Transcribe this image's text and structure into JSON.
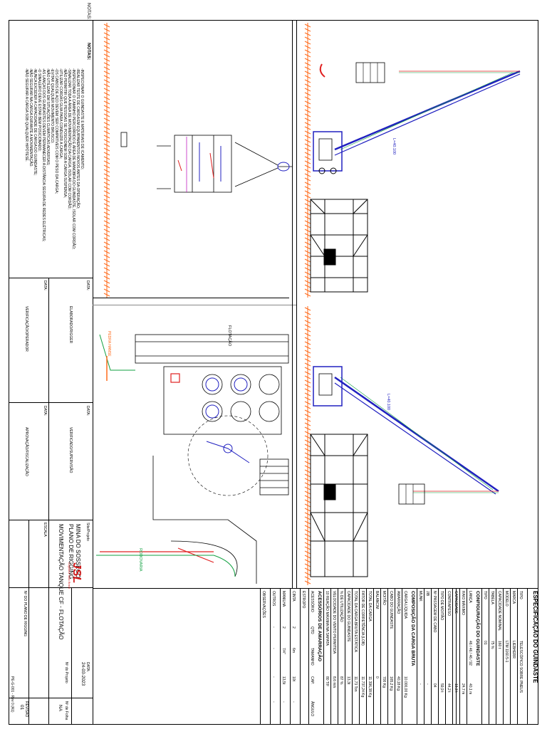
{
  "title_block": {
    "notes_label_top": "NOTAS:",
    "notes_label": "NOTAS:",
    "notes": [
      "-INSPECIONAR O GUINDASTE E MATERIAIS DE ICAMENTO;",
      "-REALIZAR TESTE DE CARGA EM EQUIPAMENTOS NOVOS ANTES DA OPERAÇÃO;",
      "-INSPECIONAR O CAMINHO PERCORRIDO E ÁREA DE MANOBRA DO GUINDASTE, ISOLAR COM CORDÃO;",
      "-SINALIZAR TODA A ÁREA DE MOVIMENTAÇÃO DA CARGA, ISOLAR COM CORDÃO;",
      "-NÃO PERMITIR QUE PESSOAS SE POSICIONEM SOB A CARGA SUSPENSA;",
      "-UTILIZAR CORDAS GUIA PARA CONDUZIR A CARGA;",
      "-OS CABOS DE AÇO DEVEM SER COMPATÍVEIS COM O PESO DA CARGA;",
      "-EVITAR QUALQUER MOVIMENTO BRUSCO;",
      "-NÃO UTILIZAR EM SITUAÇÕES CLIMÁTICAS ADVERSAS;",
      "-AS LANÇAS DOS GUINDASTES DEVEM PERMANECER A DISTÂNCIA SEGURA DE REDES ELÉTRICAS;",
      "-O SINALEIRO DEVE ESTAR BEM POSICIONADO;",
      "-NUNCA EXCEDER A CAPACIDADE DE CARGA DO GUINDASTE;",
      "-NÃO SEGURAR NA CARGA DURANTE A MOVIMENTAÇÃO.",
      "-NÃO SEGURAR A CARGA SOB QUALQUER HIPÓTESE."
    ],
    "elab_label": "ELABORADO/RIGGER",
    "date_label_1": "DATA:",
    "verif_label": "VERIFICAÇÃO/OPERADOR",
    "date_label_2": "DATA:",
    "super_label": "VERIFICADO/SUPERVISÃO",
    "date_label_3": "DATA:",
    "approv_label": "APROVAÇÃO/FISCALIZAÇÃO",
    "date_label_4": "DATA:",
    "site_label": "Site/Projeto",
    "site_value": "MINA DO SOSSEGO",
    "plan_value": "PLANO DE RIGGING",
    "desc_value": "MOVIMENTAÇÃO TANQUE CF - FLOTAÇÃO",
    "scale_label": "ESCALA",
    "plan_number_label": "Nº DO PLANO DE RIGGING",
    "date_label_5": "DATA:",
    "date_value": "24-03-2023",
    "project_label": "Nº do Projeto",
    "sheet_label": "Nº de Folha",
    "sheet_value": "NA",
    "revision_label": "REVISÃO",
    "revision_value": "01",
    "form_code": "PE-G-001 - Rev 0 (A1)",
    "logo_text": "JSL",
    "logo_sub": "Logística Todo Brasil"
  },
  "spec": {
    "title": "ESPECIFICAÇÃO DO GUINDASTE",
    "rows": [
      {
        "label": "TIPO",
        "value": "TELESCÓPICO SOBRE PNEUS"
      },
      {
        "label": "MARCA",
        "value": "LIEBHERR"
      },
      {
        "label": "MODELO",
        "value": "LTM 1160.5-1"
      },
      {
        "label": "CAPACIDADE NOMINAL",
        "value": "160 t"
      },
      {
        "label": "TABELA",
        "value": "75 %"
      },
      {
        "label": "TIPO",
        "value": "01"
      }
    ],
    "config_title": "CONFIGURAÇÃO DO GUINDASTE",
    "config_rows": [
      {
        "label": "LANÇA",
        "v1": "46 / 46 / 46 / 92",
        "v2": "40,1 m"
      },
      {
        "label": "RAIO MÁXIMO",
        "v1": "",
        "v2": "24,7 m"
      },
      {
        "label": "CAPACIDADE",
        "v1": "",
        "v2": "13,3 t"
      },
      {
        "label": "CONTRAPESO",
        "v1": "",
        "v2": "44,2 t"
      },
      {
        "label": "TIPO DE MOITÃO",
        "v1": "",
        "v2": "59,9 t"
      },
      {
        "label": "Nº PASSAGEM DE CABO",
        "v1": "",
        "v2": "04"
      },
      {
        "label": "JIB",
        "v1": "",
        "v2": "-"
      },
      {
        "label": "MUNK",
        "v1": "",
        "v2": "-"
      }
    ],
    "load_title": "COMPOSIÇÃO DA CARGA BRUTA",
    "load_rows": [
      {
        "label": "CARGA LÍQUIDA",
        "value": "10.000,00 Kg"
      },
      {
        "label": "AMARRAÇÃO",
        "value": "40,18 Kg"
      },
      {
        "label": "CABO DO GUINDASTE",
        "value": "165,2 Kg"
      },
      {
        "label": "MOITÃO",
        "value": "700 Kg"
      },
      {
        "label": "BALANCIM",
        "value": "0"
      },
      {
        "label": "TOTAL DA CARGA",
        "value": "11.396,38 Kg"
      },
      {
        "label": "FATOR DE CORRETÊNCIA (LOB)",
        "value": "11.737,24 Kg"
      },
      {
        "label": "TOTAL DA CARGA BRUTA ESTÁTICA",
        "value": "11,73 Ton"
      },
      {
        "label": "CAPACIDADE DO GUINDASTE",
        "value": "13,3t"
      },
      {
        "label": "% DE UTILIZAÇÃO",
        "value": "87 %"
      },
      {
        "label": "VELOCIDADE DO VENTO PERMITIDA",
        "value": "8,6 m/s"
      },
      {
        "label": "10 REAÇÃO MÁXIMA NA SAPATA",
        "value": "80 T/F"
      }
    ],
    "acc_title": "ACESSÓRIOS DE AMARRAÇÃO",
    "acc_headers": [
      "ACESSÓRIO",
      "QTD",
      "TAMANHO",
      "CAP.",
      "ÂNGULO"
    ],
    "acc_rows": [
      {
        "name": "ESTROPO",
        "qtd": "",
        "tam": "",
        "cap": "",
        "ang": ""
      },
      {
        "name": "CINTA",
        "qtd": "2",
        "tam": "6m",
        "cap": "10t",
        "ang": "-"
      },
      {
        "name": "MANILHA",
        "qtd": "2",
        "tam": "7/4\"",
        "cap": "13,5t",
        "ang": "-"
      },
      {
        "name": "OUTROS",
        "qtd": "-",
        "tam": "-",
        "cap": "-",
        "ang": "-"
      },
      {
        "name": "OBSERVAÇÕES",
        "qtd": "",
        "tam": "",
        "cap": "",
        "ang": ""
      }
    ]
  },
  "drawing": {
    "flotacao_label": "FLOTAÇÃO",
    "rodovaria_label": "RODOVARIA",
    "pedra_label": "PEDRA HANSE",
    "boom_label_1": "L=40.100",
    "boom_label_2": "L=40.100",
    "colors": {
      "boom": "#2020c0",
      "red": "#e02020",
      "green": "#10a040",
      "orange": "#ff6a1a",
      "magenta": "#c020c0"
    }
  }
}
